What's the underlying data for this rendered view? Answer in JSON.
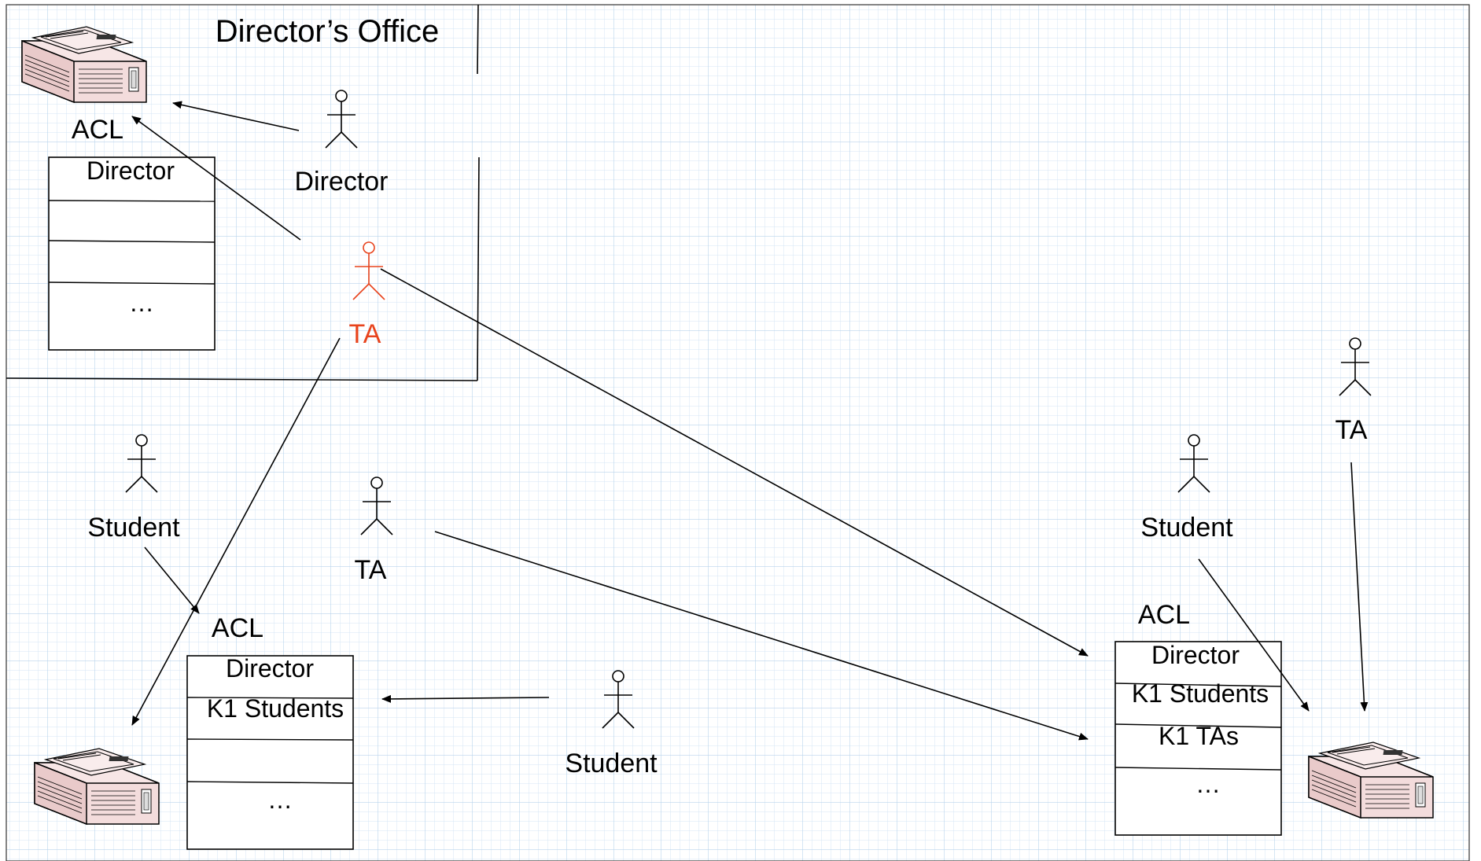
{
  "office": {
    "title": "Director’s Office"
  },
  "acl_labels": {
    "office": "ACL",
    "left": "ACL",
    "right": "ACL"
  },
  "acl_office": [
    "Director",
    "",
    "",
    "…"
  ],
  "acl_left": [
    "Director",
    "K1 Students",
    "",
    "…"
  ],
  "acl_right": [
    "Director",
    "K1 Students",
    "K1 TAs",
    "…"
  ],
  "actors": {
    "director": "Director",
    "ta_office": "TA",
    "student_left": "Student",
    "ta_middle": "TA",
    "student_bottom": "Student",
    "student_right": "Student",
    "ta_right": "TA"
  },
  "colors": {
    "grid": "#cfe2f3",
    "grid_major": "#b8d3ea",
    "ink": "#000000",
    "highlight": "#e8431c",
    "printer_body": "#f3dcdc",
    "printer_shadow": "#c9a9a9"
  },
  "icons": [
    "printer-icon",
    "stick-figure-icon"
  ]
}
